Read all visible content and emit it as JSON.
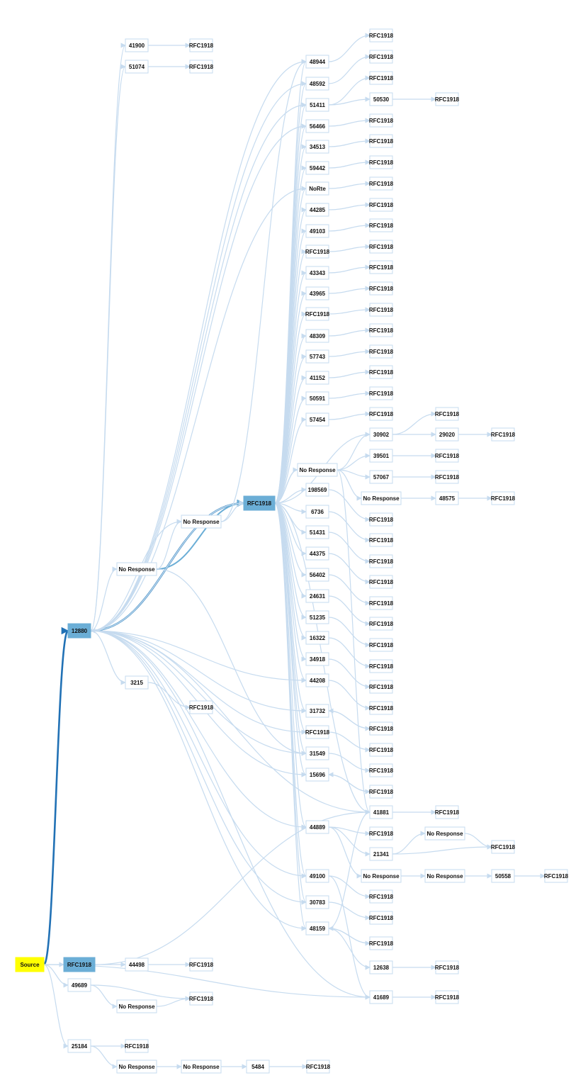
{
  "colors": {
    "edge_light": "#c6dbef",
    "edge_medium": "#6baed6",
    "edge_dark": "#2171b5",
    "node_fill": "#ffffff",
    "node_stroke": "#c6dbef",
    "hub_fill": "#6baed6",
    "source_fill": "#ffff00"
  },
  "nodes": [
    {
      "id": "source",
      "label": "Source",
      "style": "source"
    },
    {
      "id": "h12880",
      "label": "12880",
      "style": "hub"
    },
    {
      "id": "hR",
      "label": "RFC1918",
      "style": "hub"
    },
    {
      "id": "hRs",
      "label": "RFC1918",
      "style": "hub"
    },
    {
      "id": "n41900",
      "label": "41900"
    },
    {
      "id": "r41900",
      "label": "RFC1918"
    },
    {
      "id": "n51074",
      "label": "51074"
    },
    {
      "id": "r51074",
      "label": "RFC1918"
    },
    {
      "id": "n48944",
      "label": "48944"
    },
    {
      "id": "r48944",
      "label": "RFC1918"
    },
    {
      "id": "n48592",
      "label": "48592"
    },
    {
      "id": "r48592",
      "label": "RFC1918"
    },
    {
      "id": "n51411",
      "label": "51411"
    },
    {
      "id": "r51411",
      "label": "RFC1918"
    },
    {
      "id": "n50530",
      "label": "50530"
    },
    {
      "id": "r50530",
      "label": "RFC1918"
    },
    {
      "id": "n56466",
      "label": "56466"
    },
    {
      "id": "r56466",
      "label": "RFC1918"
    },
    {
      "id": "n34513",
      "label": "34513"
    },
    {
      "id": "r34513",
      "label": "RFC1918"
    },
    {
      "id": "n59442",
      "label": "59442"
    },
    {
      "id": "r59442",
      "label": "RFC1918"
    },
    {
      "id": "nNoRte",
      "label": "NoRte"
    },
    {
      "id": "rNoRte",
      "label": "RFC1918"
    },
    {
      "id": "n44285",
      "label": "44285"
    },
    {
      "id": "r44285",
      "label": "RFC1918"
    },
    {
      "id": "n49103",
      "label": "49103"
    },
    {
      "id": "r49103",
      "label": "RFC1918"
    },
    {
      "id": "nR1",
      "label": "RFC1918"
    },
    {
      "id": "rR1",
      "label": "RFC1918"
    },
    {
      "id": "n43343",
      "label": "43343"
    },
    {
      "id": "r43343",
      "label": "RFC1918"
    },
    {
      "id": "n43965",
      "label": "43965"
    },
    {
      "id": "r43965",
      "label": "RFC1918"
    },
    {
      "id": "nR2",
      "label": "RFC1918"
    },
    {
      "id": "rR2",
      "label": "RFC1918"
    },
    {
      "id": "n48309",
      "label": "48309"
    },
    {
      "id": "r48309",
      "label": "RFC1918"
    },
    {
      "id": "n57743",
      "label": "57743"
    },
    {
      "id": "r57743",
      "label": "RFC1918"
    },
    {
      "id": "n41152",
      "label": "41152"
    },
    {
      "id": "r41152",
      "label": "RFC1918"
    },
    {
      "id": "n50591",
      "label": "50591"
    },
    {
      "id": "r50591",
      "label": "RFC1918"
    },
    {
      "id": "n57454",
      "label": "57454"
    },
    {
      "id": "r57454",
      "label": "RFC1918"
    },
    {
      "id": "n30902",
      "label": "30902"
    },
    {
      "id": "r30902",
      "label": "RFC1918"
    },
    {
      "id": "n29020",
      "label": "29020"
    },
    {
      "id": "r29020",
      "label": "RFC1918"
    },
    {
      "id": "nNR1",
      "label": "No Response"
    },
    {
      "id": "n39501",
      "label": "39501"
    },
    {
      "id": "r39501",
      "label": "RFC1918"
    },
    {
      "id": "n57067",
      "label": "57067"
    },
    {
      "id": "r57067",
      "label": "RFC1918"
    },
    {
      "id": "nNR2",
      "label": "No Response"
    },
    {
      "id": "n48575",
      "label": "48575"
    },
    {
      "id": "r48575",
      "label": "RFC1918"
    },
    {
      "id": "n198569",
      "label": "198569"
    },
    {
      "id": "r198569",
      "label": "RFC1918"
    },
    {
      "id": "n6736",
      "label": "6736"
    },
    {
      "id": "r6736",
      "label": "RFC1918"
    },
    {
      "id": "n51431",
      "label": "51431"
    },
    {
      "id": "r51431",
      "label": "RFC1918"
    },
    {
      "id": "n44375",
      "label": "44375"
    },
    {
      "id": "r44375",
      "label": "RFC1918"
    },
    {
      "id": "n56402",
      "label": "56402"
    },
    {
      "id": "r56402",
      "label": "RFC1918"
    },
    {
      "id": "n24631",
      "label": "24631"
    },
    {
      "id": "r24631",
      "label": "RFC1918"
    },
    {
      "id": "n51235",
      "label": "51235"
    },
    {
      "id": "r51235",
      "label": "RFC1918"
    },
    {
      "id": "n16322",
      "label": "16322"
    },
    {
      "id": "r16322",
      "label": "RFC1918"
    },
    {
      "id": "n34918",
      "label": "34918"
    },
    {
      "id": "r34918",
      "label": "RFC1918"
    },
    {
      "id": "n44208",
      "label": "44208"
    },
    {
      "id": "r44208",
      "label": "RFC1918"
    },
    {
      "id": "n31732",
      "label": "31732"
    },
    {
      "id": "r31732",
      "label": "RFC1918"
    },
    {
      "id": "nR3",
      "label": "RFC1918"
    },
    {
      "id": "rR3",
      "label": "RFC1918"
    },
    {
      "id": "n31549",
      "label": "31549"
    },
    {
      "id": "r31549",
      "label": "RFC1918"
    },
    {
      "id": "n15696",
      "label": "15696"
    },
    {
      "id": "r15696",
      "label": "RFC1918"
    },
    {
      "id": "n41881",
      "label": "41881"
    },
    {
      "id": "r41881",
      "label": "RFC1918"
    },
    {
      "id": "n44889",
      "label": "44889"
    },
    {
      "id": "r44889",
      "label": "RFC1918"
    },
    {
      "id": "n21341",
      "label": "21341"
    },
    {
      "id": "nNR3",
      "label": "No Response"
    },
    {
      "id": "r21341",
      "label": "RFC1918"
    },
    {
      "id": "nNR4",
      "label": "No Response"
    },
    {
      "id": "nNR5",
      "label": "No Response"
    },
    {
      "id": "n50558",
      "label": "50558"
    },
    {
      "id": "r50558",
      "label": "RFC1918"
    },
    {
      "id": "n49100",
      "label": "49100"
    },
    {
      "id": "r49100",
      "label": "RFC1918"
    },
    {
      "id": "n30783",
      "label": "30783"
    },
    {
      "id": "r30783",
      "label": "RFC1918"
    },
    {
      "id": "n48159",
      "label": "48159"
    },
    {
      "id": "r48159",
      "label": "RFC1918"
    },
    {
      "id": "n12638",
      "label": "12638"
    },
    {
      "id": "r12638",
      "label": "RFC1918"
    },
    {
      "id": "n41689",
      "label": "41689"
    },
    {
      "id": "r41689",
      "label": "RFC1918"
    },
    {
      "id": "nNRa",
      "label": "No Response"
    },
    {
      "id": "nNRb",
      "label": "No Response"
    },
    {
      "id": "n3215",
      "label": "3215"
    },
    {
      "id": "r3215",
      "label": "RFC1918"
    },
    {
      "id": "n44498",
      "label": "44498"
    },
    {
      "id": "r44498",
      "label": "RFC1918"
    },
    {
      "id": "n49689",
      "label": "49689"
    },
    {
      "id": "nNR6",
      "label": "No Response"
    },
    {
      "id": "r49689",
      "label": "RFC1918"
    },
    {
      "id": "n25184",
      "label": "25184"
    },
    {
      "id": "r25184",
      "label": "RFC1918"
    },
    {
      "id": "nNR7",
      "label": "No Response"
    },
    {
      "id": "nNR8",
      "label": "No Response"
    },
    {
      "id": "n5484",
      "label": "5484"
    },
    {
      "id": "r5484",
      "label": "RFC1918"
    }
  ],
  "edges": [
    [
      "source",
      "h12880",
      "dark"
    ],
    [
      "source",
      "hRs"
    ],
    [
      "source",
      "n49689"
    ],
    [
      "source",
      "n25184"
    ],
    [
      "source",
      "n41689"
    ],
    [
      "h12880",
      "hR",
      "dark"
    ],
    [
      "h12880",
      "hR",
      "medium"
    ],
    [
      "h12880",
      "n41900"
    ],
    [
      "h12880",
      "n51074"
    ],
    [
      "h12880",
      "n48944"
    ],
    [
      "h12880",
      "n48592"
    ],
    [
      "h12880",
      "n51411"
    ],
    [
      "h12880",
      "n56466"
    ],
    [
      "h12880",
      "nNoRte"
    ],
    [
      "h12880",
      "nNRa"
    ],
    [
      "h12880",
      "nNRb"
    ],
    [
      "h12880",
      "n3215"
    ],
    [
      "h12880",
      "n44208"
    ],
    [
      "h12880",
      "n31732"
    ],
    [
      "h12880",
      "nR3"
    ],
    [
      "h12880",
      "n31549"
    ],
    [
      "h12880",
      "n15696"
    ],
    [
      "h12880",
      "n41881"
    ],
    [
      "h12880",
      "n44889"
    ],
    [
      "h12880",
      "n49100"
    ],
    [
      "h12880",
      "n30783"
    ],
    [
      "h12880",
      "n48159"
    ],
    [
      "h12880",
      "n41689"
    ],
    [
      "nNRb",
      "hR",
      "medium"
    ],
    [
      "nNRa",
      "hR"
    ],
    [
      "nNRb",
      "nNRa"
    ],
    [
      "nNRa",
      "n48944"
    ],
    [
      "nNRb",
      "n31549"
    ],
    [
      "hR",
      "h12880"
    ],
    [
      "hR",
      "n48944"
    ],
    [
      "hR",
      "n48592"
    ],
    [
      "hR",
      "n51411"
    ],
    [
      "hR",
      "n56466"
    ],
    [
      "hR",
      "n34513"
    ],
    [
      "hR",
      "n59442"
    ],
    [
      "hR",
      "nNoRte"
    ],
    [
      "hR",
      "n44285"
    ],
    [
      "hR",
      "n49103"
    ],
    [
      "hR",
      "nR1"
    ],
    [
      "hR",
      "n43343"
    ],
    [
      "hR",
      "n43965"
    ],
    [
      "hR",
      "nR2"
    ],
    [
      "hR",
      "n48309"
    ],
    [
      "hR",
      "n57743"
    ],
    [
      "hR",
      "n41152"
    ],
    [
      "hR",
      "n50591"
    ],
    [
      "hR",
      "n57454"
    ],
    [
      "hR",
      "n30902"
    ],
    [
      "hR",
      "nNR1"
    ],
    [
      "hR",
      "n198569"
    ],
    [
      "hR",
      "n6736"
    ],
    [
      "hR",
      "n51431"
    ],
    [
      "hR",
      "n44375"
    ],
    [
      "hR",
      "n56402"
    ],
    [
      "hR",
      "n24631"
    ],
    [
      "hR",
      "n51235"
    ],
    [
      "hR",
      "n16322"
    ],
    [
      "hR",
      "n34918"
    ],
    [
      "hR",
      "n44208"
    ],
    [
      "hR",
      "n31732"
    ],
    [
      "hR",
      "nR3"
    ],
    [
      "hR",
      "n31549"
    ],
    [
      "hR",
      "n15696"
    ],
    [
      "hR",
      "n41881"
    ],
    [
      "hR",
      "n44889"
    ],
    [
      "hR",
      "n49100"
    ],
    [
      "hR",
      "n30783"
    ],
    [
      "hR",
      "n48159"
    ],
    [
      "n41900",
      "r41900"
    ],
    [
      "n51074",
      "r51074"
    ],
    [
      "n48944",
      "r48944"
    ],
    [
      "n48592",
      "r48592"
    ],
    [
      "n51411",
      "r51411"
    ],
    [
      "n51411",
      "n50530"
    ],
    [
      "n50530",
      "r50530"
    ],
    [
      "n56466",
      "r56466"
    ],
    [
      "n34513",
      "r34513"
    ],
    [
      "n59442",
      "r59442"
    ],
    [
      "nNoRte",
      "rNoRte"
    ],
    [
      "n44285",
      "r44285"
    ],
    [
      "n49103",
      "r49103"
    ],
    [
      "nR1",
      "rR1"
    ],
    [
      "n43343",
      "r43343"
    ],
    [
      "n43965",
      "r43965"
    ],
    [
      "nR2",
      "rR2"
    ],
    [
      "n48309",
      "r48309"
    ],
    [
      "n57743",
      "r57743"
    ],
    [
      "n41152",
      "r41152"
    ],
    [
      "n50591",
      "r50591"
    ],
    [
      "n57454",
      "r57454"
    ],
    [
      "n30902",
      "r30902"
    ],
    [
      "n30902",
      "n29020"
    ],
    [
      "n29020",
      "r29020"
    ],
    [
      "nNR1",
      "n30902"
    ],
    [
      "nNR1",
      "n39501"
    ],
    [
      "nNR1",
      "n57067"
    ],
    [
      "nNR1",
      "nNR2"
    ],
    [
      "nNR1",
      "n41881"
    ],
    [
      "nNR1",
      "hR"
    ],
    [
      "n39501",
      "r39501"
    ],
    [
      "n57067",
      "r57067"
    ],
    [
      "nNR2",
      "n48575"
    ],
    [
      "n48575",
      "r48575"
    ],
    [
      "n198569",
      "r198569"
    ],
    [
      "n6736",
      "r6736"
    ],
    [
      "n51431",
      "r51431"
    ],
    [
      "n44375",
      "r44375"
    ],
    [
      "n56402",
      "r56402"
    ],
    [
      "n24631",
      "r24631"
    ],
    [
      "n51235",
      "r51235"
    ],
    [
      "n16322",
      "r16322"
    ],
    [
      "n34918",
      "r34918"
    ],
    [
      "n44208",
      "r44208"
    ],
    [
      "n31732",
      "r31732"
    ],
    [
      "r31732",
      "n31732"
    ],
    [
      "nR3",
      "rR3"
    ],
    [
      "n31549",
      "r31549"
    ],
    [
      "n15696",
      "r15696"
    ],
    [
      "r15696",
      "n15696"
    ],
    [
      "n41881",
      "r41881"
    ],
    [
      "n44889",
      "r44889"
    ],
    [
      "n44889",
      "n21341"
    ],
    [
      "n44889",
      "nNR4"
    ],
    [
      "n21341",
      "nNR3"
    ],
    [
      "n21341",
      "r21341"
    ],
    [
      "nNR3",
      "r21341"
    ],
    [
      "nNR4",
      "nNR5"
    ],
    [
      "nNR5",
      "n50558"
    ],
    [
      "n50558",
      "r50558"
    ],
    [
      "n49100",
      "r49100"
    ],
    [
      "n49100",
      "n41689"
    ],
    [
      "n30783",
      "r30783"
    ],
    [
      "n48159",
      "r48159"
    ],
    [
      "r48159",
      "n48159"
    ],
    [
      "n48159",
      "n12638"
    ],
    [
      "n48159",
      "n41881"
    ],
    [
      "n12638",
      "r12638"
    ],
    [
      "n41689",
      "r41689"
    ],
    [
      "n3215",
      "r3215"
    ],
    [
      "hRs",
      "n44498"
    ],
    [
      "hRs",
      "n41881"
    ],
    [
      "n44498",
      "r44498"
    ],
    [
      "n49689",
      "nNR6"
    ],
    [
      "n49689",
      "r49689"
    ],
    [
      "nNR6",
      "r49689"
    ],
    [
      "n25184",
      "r25184"
    ],
    [
      "n25184",
      "nNR7"
    ],
    [
      "nNR7",
      "nNR8"
    ],
    [
      "nNR8",
      "n5484"
    ],
    [
      "n5484",
      "r5484"
    ]
  ]
}
